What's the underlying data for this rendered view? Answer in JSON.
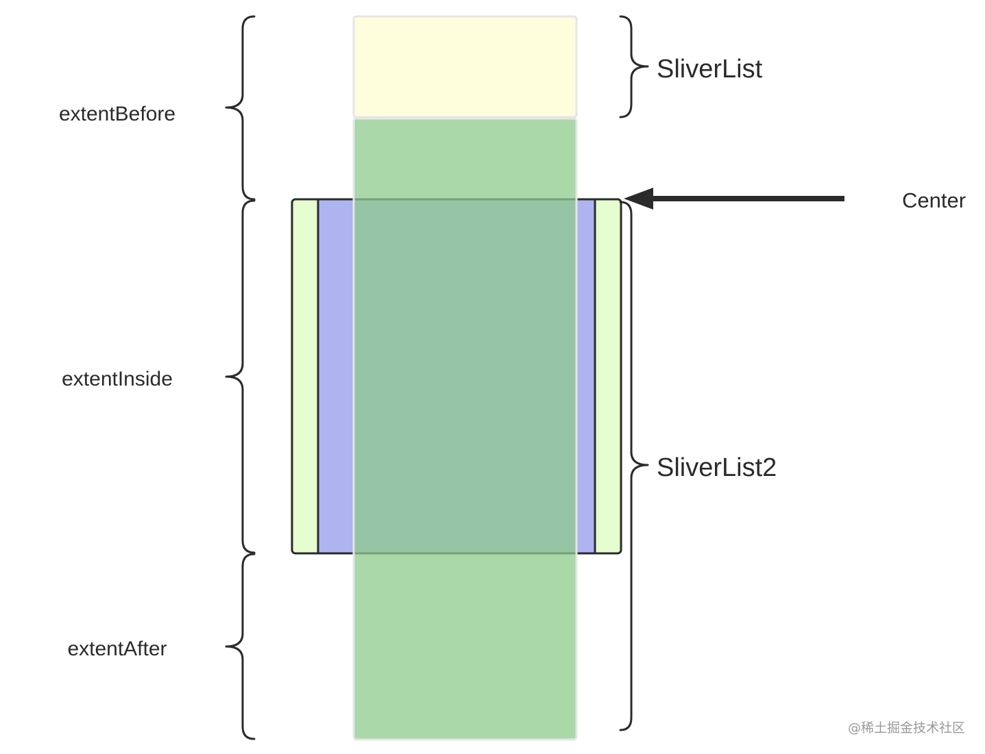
{
  "labels": {
    "extent_before": "extentBefore",
    "extent_inside": "extentInside",
    "extent_after": "extentAfter",
    "sliver_list": "SliverList",
    "sliver_list_2": "SliverList2",
    "center": "Center"
  },
  "watermark": "@稀土掘金技术社区",
  "colors": {
    "sliver_list_fill": "#FEFEDD",
    "scroll_green": "#8ECB8C",
    "viewport_outer": "#E6FDD0",
    "viewport_inner": "#ADB4EF",
    "stroke": "#2B2B2B"
  }
}
